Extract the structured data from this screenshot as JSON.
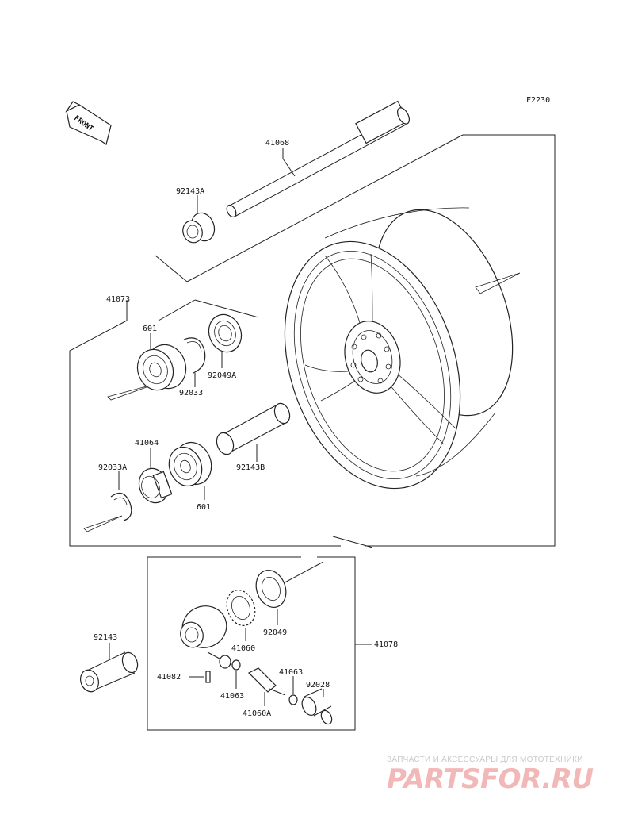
{
  "diagram": {
    "code": "F2230",
    "front_label": "FRONT",
    "callouts": {
      "c41068": "41068",
      "c92143A": "92143A",
      "c41073": "41073",
      "c601a": "601",
      "c92049A": "92049A",
      "c92033": "92033",
      "c41064": "41064",
      "c92033A": "92033A",
      "c92143B": "92143B",
      "c601b": "601",
      "c92049": "92049",
      "c41060": "41060",
      "c92143": "92143",
      "c41078": "41078",
      "c41082": "41082",
      "c41063a": "41063",
      "c41063b": "41063",
      "c92028": "92028",
      "c41060A": "41060A"
    }
  },
  "watermark": {
    "tagline": "ЗАПЧАСТИ И АКСЕССУАРЫ ДЛЯ МОТОТЕХНИКИ",
    "logo": "PARTSFOR.RU",
    "color": "#f2b8b8"
  }
}
